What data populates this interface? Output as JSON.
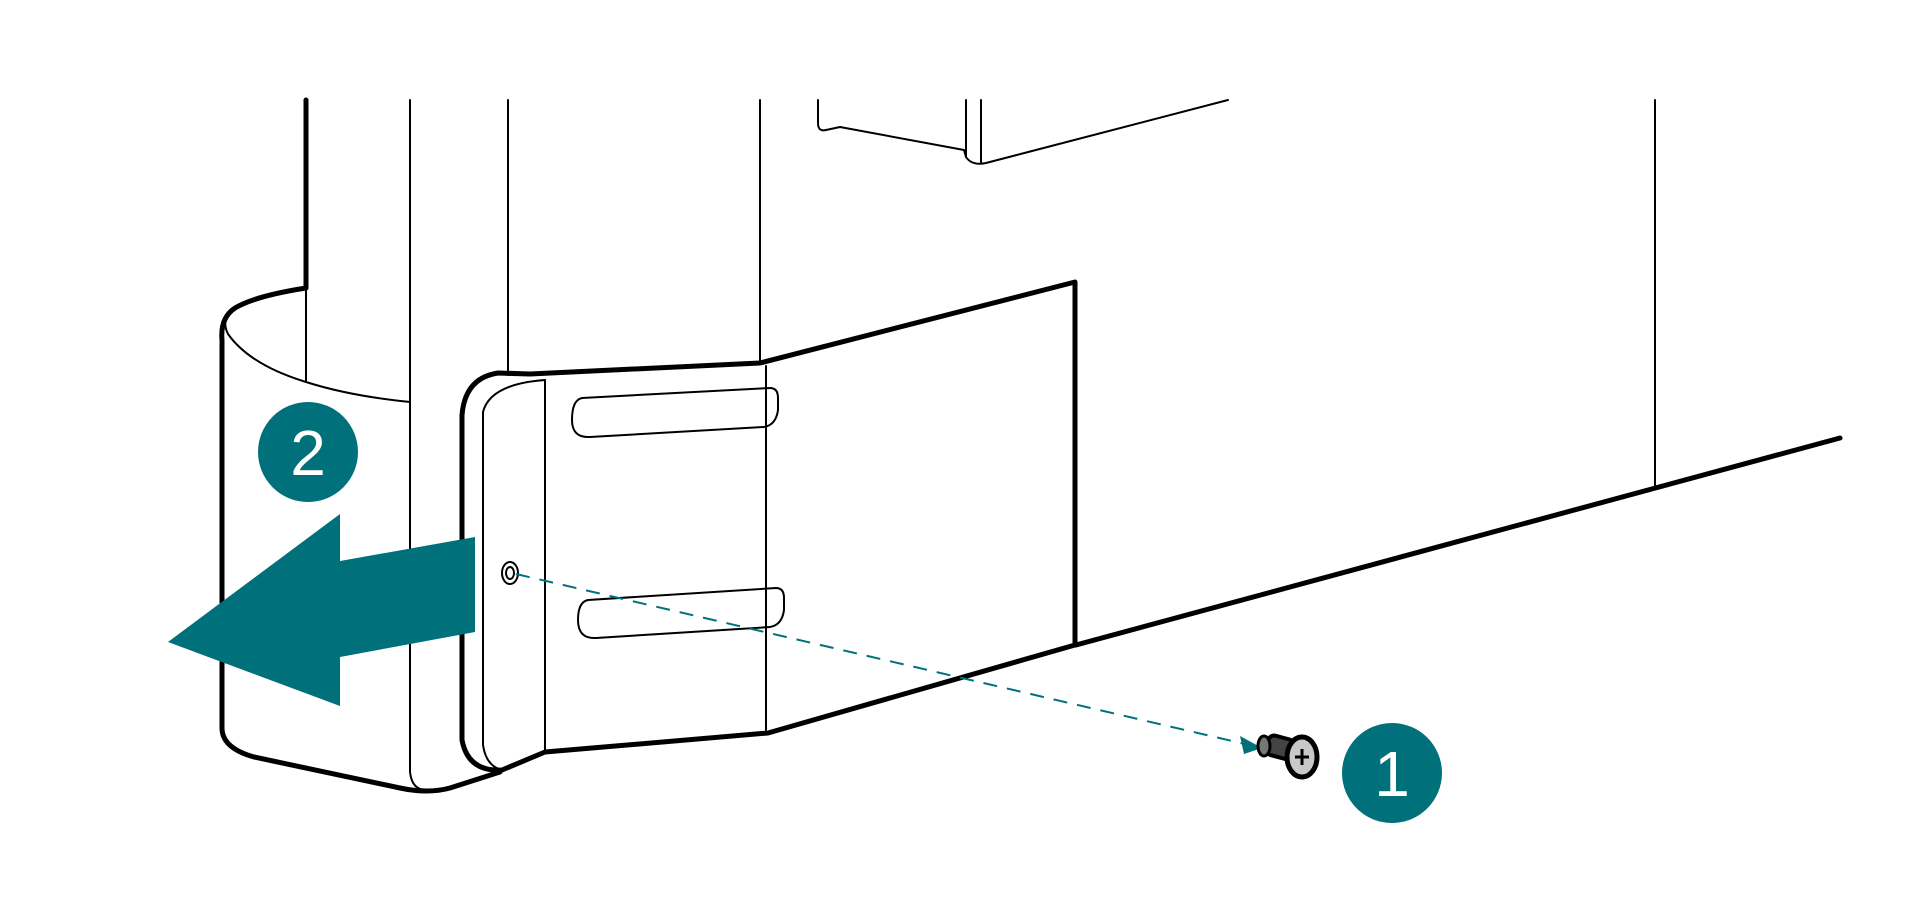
{
  "colors": {
    "accent": "#00717a",
    "panel": "#b3b3b3",
    "line": "#000000",
    "background": "#ffffff",
    "badge_text": "#ffffff",
    "screw_head": "#c8c8c8"
  },
  "steps": [
    {
      "number": "1",
      "meaning": "remove-screw"
    },
    {
      "number": "2",
      "meaning": "slide-panel-out"
    }
  ],
  "icons": {
    "screw": "screw-icon",
    "arrow": "arrow-left-icon"
  }
}
